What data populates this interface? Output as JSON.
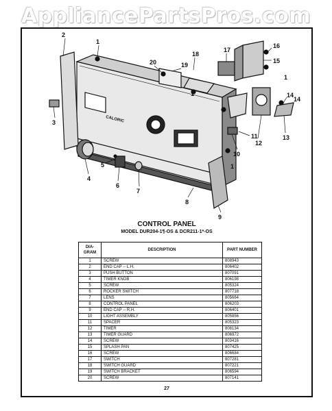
{
  "watermark": "AppliancePartsPros.com",
  "diagram": {
    "callouts": [
      "1",
      "2",
      "3",
      "4",
      "5",
      "6",
      "7",
      "8",
      "9",
      "10",
      "11",
      "12",
      "13",
      "14",
      "15",
      "16",
      "17",
      "18",
      "19",
      "20",
      "1",
      "14",
      "1",
      "1"
    ],
    "brand_label": "CALORIC"
  },
  "title": "CONTROL PANEL",
  "subtitle": "MODEL DUR204-1¶-OS & DCR211-1*-OS",
  "table": {
    "headers": [
      "DIA-\nGRAM",
      "DESCRIPTION",
      "PART NUMBER"
    ],
    "rows": [
      [
        "1",
        "SCREW",
        "808943"
      ],
      [
        "2",
        "END CAP -- L.H.",
        "806402"
      ],
      [
        "3",
        "PUSH BUTTON",
        "807091"
      ],
      [
        "4",
        "TIMER KNOB",
        "806198"
      ],
      [
        "5",
        "SCREW",
        "805324"
      ],
      [
        "6",
        "ROCKER SWITCH",
        "807718"
      ],
      [
        "7",
        "LENS",
        "805664"
      ],
      [
        "8",
        "CONTROL PANEL",
        "806203"
      ],
      [
        "9",
        "END CAP -- R.H.",
        "806401"
      ],
      [
        "10",
        "LIGHT ASSEMBLY",
        "805856"
      ],
      [
        "11",
        "SPACER",
        "805323"
      ],
      [
        "12",
        "TIMER",
        "808134"
      ],
      [
        "13",
        "TIMER GUARD",
        "806972"
      ],
      [
        "14",
        "SCREW",
        "803416"
      ],
      [
        "15",
        "SPLASH PAN",
        "807425"
      ],
      [
        "16",
        "SCREW",
        "806684"
      ],
      [
        "17",
        "SWITCH",
        "807281"
      ],
      [
        "18",
        "SWITCH GUARD",
        "807221"
      ],
      [
        "19",
        "SWITCH BRACKET",
        "806594"
      ],
      [
        "20",
        "SCREW",
        "807141"
      ]
    ]
  },
  "page_number": "27"
}
